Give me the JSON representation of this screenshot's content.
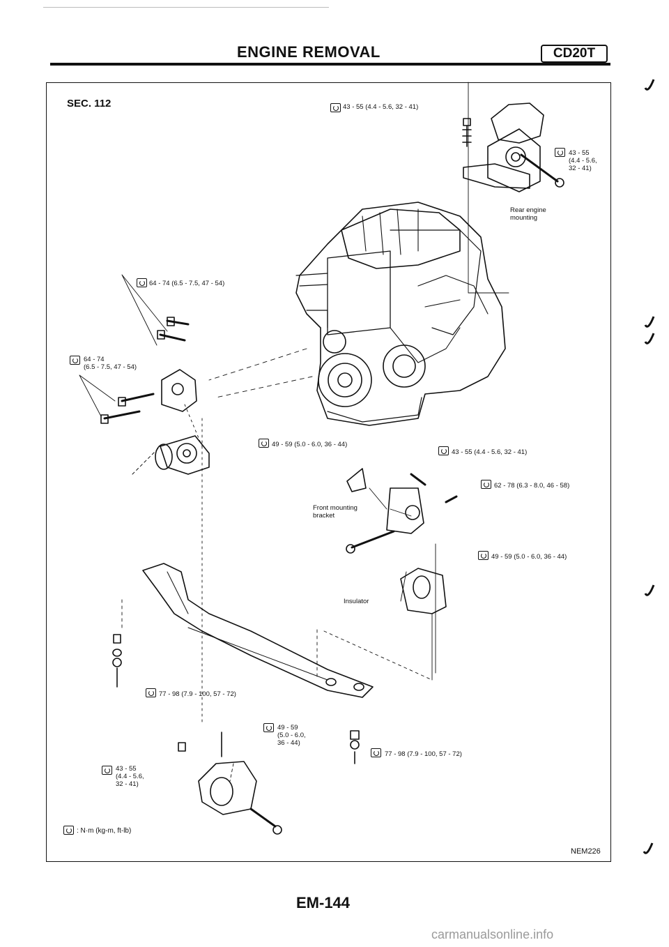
{
  "header": {
    "title": "ENGINE REMOVAL",
    "code": "CD20T"
  },
  "section": "SEC. 112",
  "figure_code": "NEM226",
  "page_number": "EM-144",
  "watermark": "carmanualsonline.info",
  "labels": {
    "rear_mount": "Rear engine\nmounting",
    "front_bracket": "Front mounting\nbracket",
    "insulator": "Insulator"
  },
  "torques": {
    "t1": "43 - 55 (4.4 - 5.6, 32 - 41)",
    "t2": "43 - 55\n(4.4 - 5.6,\n32 - 41)",
    "t3": "64 - 74 (6.5 - 7.5, 47 - 54)",
    "t4": "64 - 74\n(6.5 - 7.5, 47 - 54)",
    "t5": "49 - 59 (5.0 - 6.0, 36 - 44)",
    "t6": "43 - 55 (4.4 - 5.6, 32 - 41)",
    "t7": "62 - 78 (6.3 - 8.0, 46 - 58)",
    "t8": "49 - 59 (5.0 - 6.0, 36 - 44)",
    "t9": "77 - 98 (7.9 - 100, 57 - 72)",
    "t10": "49 - 59\n(5.0 - 6.0,\n36 - 44)",
    "t11": "77 - 98 (7.9 - 100, 57 - 72)",
    "t12": "43 - 55\n(4.4 - 5.6,\n32 - 41)"
  },
  "legend": ": N·m (kg-m, ft-lb)",
  "icons": {
    "torque": "torque-wrench-icon",
    "margin": "checkmark-icon"
  }
}
